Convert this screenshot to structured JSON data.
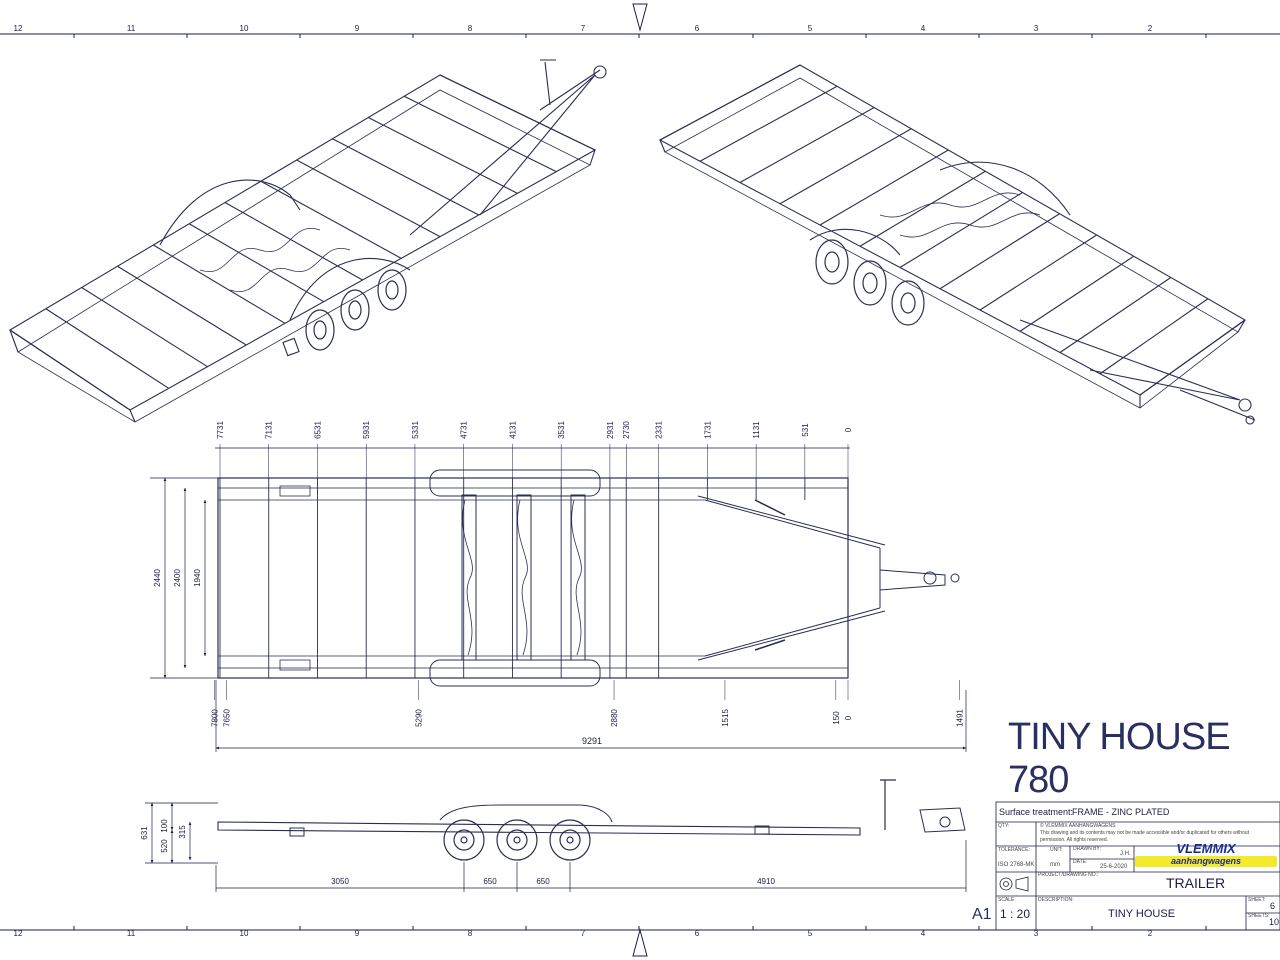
{
  "sheet": {
    "title": "TINY HOUSE 780",
    "sheet_size": "A1",
    "columns_top": [
      "12",
      "11",
      "10",
      "9",
      "8",
      "7",
      "6",
      "5",
      "4",
      "3",
      "2"
    ],
    "columns_bottom": [
      "12",
      "11",
      "10",
      "9",
      "8",
      "7",
      "6",
      "5",
      "4",
      "3",
      "2"
    ]
  },
  "top_view": {
    "top_dims": [
      "7731",
      "7131",
      "6531",
      "5931",
      "5331",
      "4731",
      "4131",
      "3531",
      "2931",
      "2730",
      "2331",
      "1731",
      "1131",
      "531",
      "0"
    ],
    "bottom_dims": [
      "7800",
      "7650",
      "5290",
      "2880",
      "1515",
      "150",
      "0",
      "1491"
    ],
    "overall_length": "9291",
    "width_dims": [
      "2440",
      "2400",
      "1940"
    ]
  },
  "side_view": {
    "height_dims": [
      "631",
      "100",
      "520",
      "315"
    ],
    "length_dims": [
      "3050",
      "650",
      "650",
      "4910"
    ]
  },
  "title_block": {
    "surface_label": "Surface treatment:",
    "surface_value": "FRAME - ZINC PLATED",
    "qty_label": "QTY:",
    "copyright_line1": "© VLEMMIX AANHANGWAGENS",
    "copyright_line2": "This drawing and its contents may not be made accessible and/or duplicated for others without",
    "copyright_line3": "permission. All rights reserved.",
    "tolerance_label": "TOLERANCE:",
    "tolerance_value": "ISO 2768-MK",
    "unit_label": "UNIT:",
    "unit_value": "mm",
    "drawn_by_label": "DRAWN BY:",
    "drawn_by_value": "J.H.",
    "date_label": "DATE:",
    "date_value": "25-6-2020",
    "brand": "VLEMMIX",
    "brand_sub": "aanhangwagens",
    "project_label": "PROJECT/DRAWING NO.:",
    "project_value": "TRAILER",
    "scale_label": "SCALE",
    "scale_value": "1 : 20",
    "description_label": "DESCRIPTION:",
    "description_value": "TINY HOUSE",
    "sheet_label": "SHEET:",
    "sheet_value": "6",
    "sheets_label": "SHEETS:",
    "sheets_value": "10"
  }
}
